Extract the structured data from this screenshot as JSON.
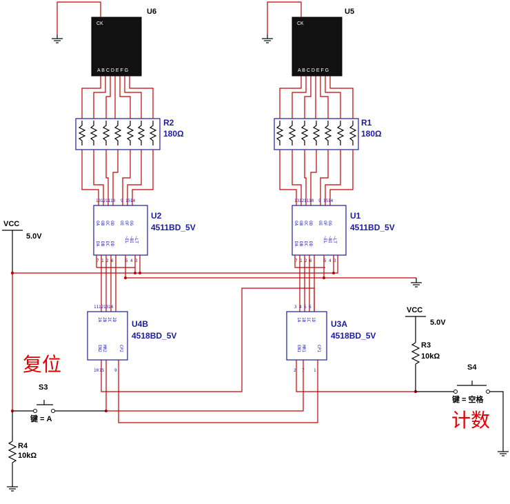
{
  "displays": {
    "u6": {
      "ref": "U6",
      "ck": "CK",
      "segments": "A B C D E F G"
    },
    "u5": {
      "ref": "U5",
      "ck": "CK",
      "segments": "A B C D E F G"
    }
  },
  "resistor_packs": {
    "r2": {
      "ref": "R2",
      "value": "180Ω"
    },
    "r1": {
      "ref": "R1",
      "value": "180Ω"
    }
  },
  "decoders": {
    "u2": {
      "ref": "U2",
      "part": "4511BD_5V"
    },
    "u1": {
      "ref": "U1",
      "part": "4511BD_5V"
    }
  },
  "counters": {
    "u4b": {
      "ref": "U4B",
      "part": "4518BD_5V"
    },
    "u3a": {
      "ref": "U3A",
      "part": "4518BD_5V"
    }
  },
  "supplies": {
    "vcc_left": {
      "label": "VCC",
      "voltage": "5.0V"
    },
    "vcc_right": {
      "label": "VCC",
      "voltage": "5.0V"
    }
  },
  "resistors": {
    "r3": {
      "ref": "R3",
      "value": "10kΩ"
    },
    "r4": {
      "ref": "R4",
      "value": "10kΩ"
    }
  },
  "switches": {
    "s3": {
      "ref": "S3",
      "key": "键 = A"
    },
    "s4": {
      "ref": "S4",
      "key": "键 = 空格"
    }
  },
  "annotations": {
    "reset": "复位",
    "count": "计数"
  },
  "pins": {
    "dec_top": [
      "13",
      "12",
      "11",
      "10",
      "9",
      "15",
      "14"
    ],
    "dec_top_names": [
      "OA",
      "OB",
      "OC",
      "OD",
      "OE",
      "OF",
      "OG"
    ],
    "dec_bot": [
      "7",
      "1",
      "2",
      "6",
      "5",
      "4",
      "3"
    ],
    "dec_bot_names": [
      "DA",
      "DB",
      "DC",
      "DD",
      "~EL",
      "~BI",
      "~LT"
    ],
    "u4b_top": [
      "11",
      "12",
      "13",
      "14"
    ],
    "u4b_top_names": [
      "2A",
      "2B",
      "2C",
      "2D"
    ],
    "u4b_bot": [
      "10",
      "15",
      "9"
    ],
    "u4b_bot_names": [
      "EN2",
      "MR2",
      "CP2"
    ],
    "u3a_top": [
      "3",
      "4",
      "5",
      "6"
    ],
    "u3a_top_names": [
      "1A",
      "1B",
      "1C",
      "1D"
    ],
    "u3a_bot": [
      "2",
      "7",
      "1"
    ],
    "u3a_bot_names": [
      "EN1",
      "MR1",
      "CP1"
    ]
  }
}
